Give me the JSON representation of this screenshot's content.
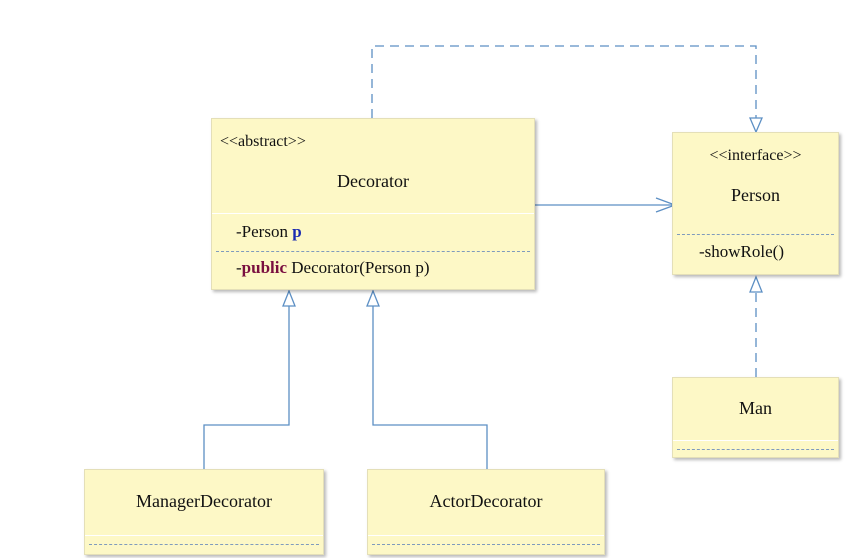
{
  "colors": {
    "class_fill": "#fdf8c6",
    "connector": "#5c8fc4",
    "keyword": "#7a0f40",
    "identifier": "#1a2bb0"
  },
  "decorator": {
    "stereotype": "<<abstract>>",
    "name": "Decorator",
    "attribute_prefix": "-Person",
    "attribute_name": "p",
    "method_prefix": "-",
    "method_keyword": "public",
    "method_signature": "Decorator(Person p)"
  },
  "person": {
    "stereotype": "<<interface>>",
    "name": "Person",
    "operation": "-showRole()"
  },
  "man": {
    "name": "Man"
  },
  "manager_decorator": {
    "name": "ManagerDecorator"
  },
  "actor_decorator": {
    "name": "ActorDecorator"
  }
}
